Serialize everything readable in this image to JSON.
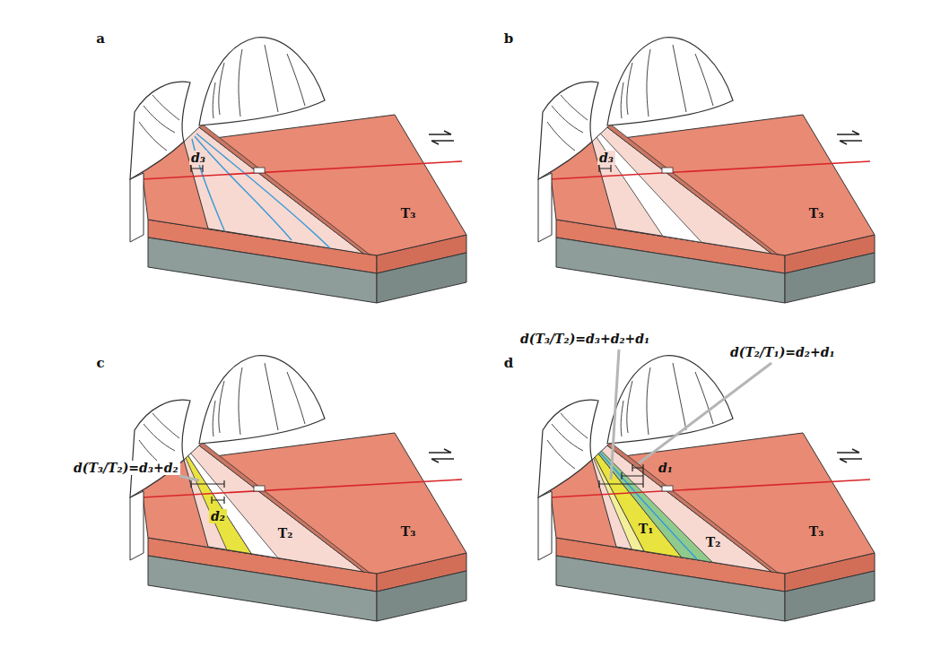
{
  "diagram": {
    "labels": [
      "a",
      "d₃",
      "T₃",
      "b",
      "d₃",
      "T₃",
      "c",
      "d(T₃/T₂)=d₃+d₂",
      "d₂",
      "T₂",
      "T₃",
      "d",
      "d(T₃/T₂)=d₃+d₂+d₁",
      "d(T₂/T₁)=d₂+d₁",
      "d₁",
      "T₁",
      "T₂",
      "T₃"
    ]
  }
}
